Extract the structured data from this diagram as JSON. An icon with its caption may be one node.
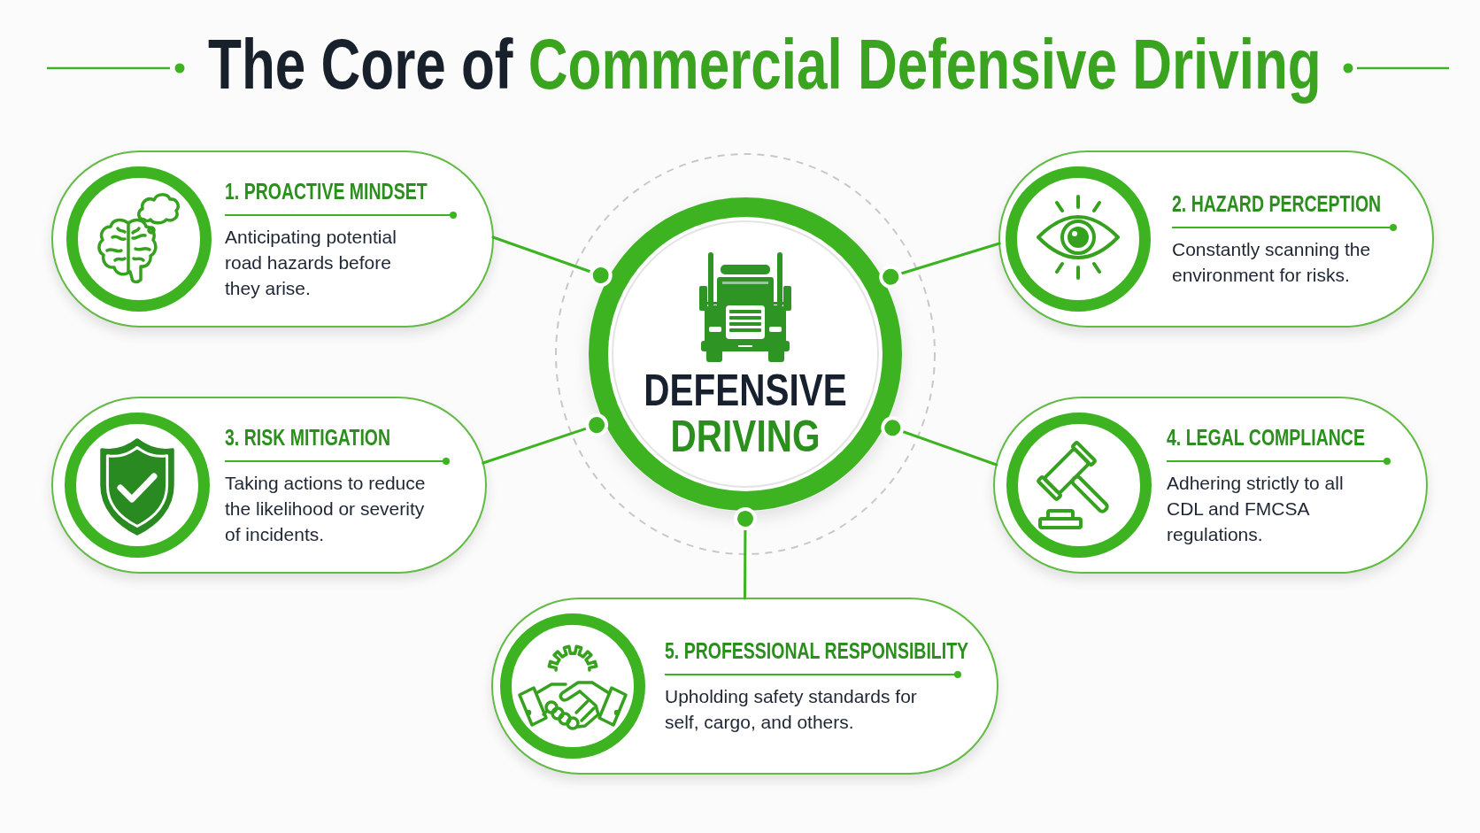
{
  "diagram": {
    "title": "The Core of **Commercial Defensive Driving**",
    "nodes": [
      {
        "text": [
          "DEFENSIVE",
          "DRIVING"
        ]
      },
      {
        "text": [
          "1. PROACTIVE MINDSET",
          "Anticipating potential road hazards before they arise."
        ]
      },
      {
        "text": [
          "2. HAZARD PERCEPTION",
          "Constantly scanning the environment for risks."
        ]
      },
      {
        "text": [
          "3. RISK MITIGATION",
          "Taking actions to reduce the likelihood or severity of incidents."
        ]
      },
      {
        "text": [
          "4. LEGAL COMPLIANCE",
          "Adhering strictly to all CDL and FMCSA regulations."
        ]
      },
      {
        "text": [
          "5. PROFESSIONAL RESPONSIBILITY",
          "Upholding safety standards for self, cargo, and others."
        ]
      }
    ],
    "edges": [
      {
        "from": 0,
        "to": 1,
        "arrow": "other"
      },
      {
        "from": 0,
        "to": 2,
        "arrow": "other"
      },
      {
        "from": 0,
        "to": 3,
        "arrow": "other"
      },
      {
        "from": 0,
        "to": 4,
        "arrow": "other"
      },
      {
        "from": 0,
        "to": 5,
        "arrow": "other"
      }
    ]
  }
}
